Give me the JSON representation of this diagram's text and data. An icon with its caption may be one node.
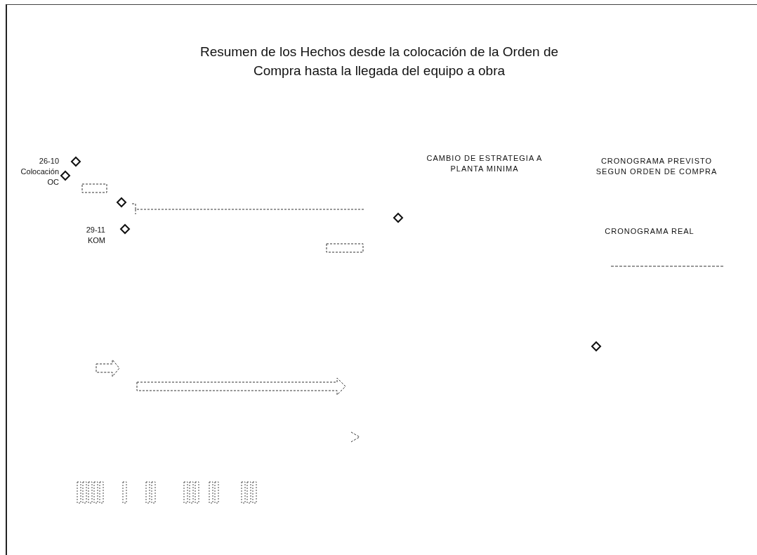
{
  "diagram": {
    "title": "Resumen de los Hechos desde la colocación de la Orden de Compra hasta la llegada del equipo a obra",
    "labels": [
      "26-10 Colocación OC",
      "29-11 KOM",
      "CAMBIO DE ESTRATEGIA A PLANTA MINIMA",
      "CRONOGRAMA PREVISTO SEGUN ORDEN DE COMPRA",
      "CRONOGRAMA REAL"
    ]
  }
}
